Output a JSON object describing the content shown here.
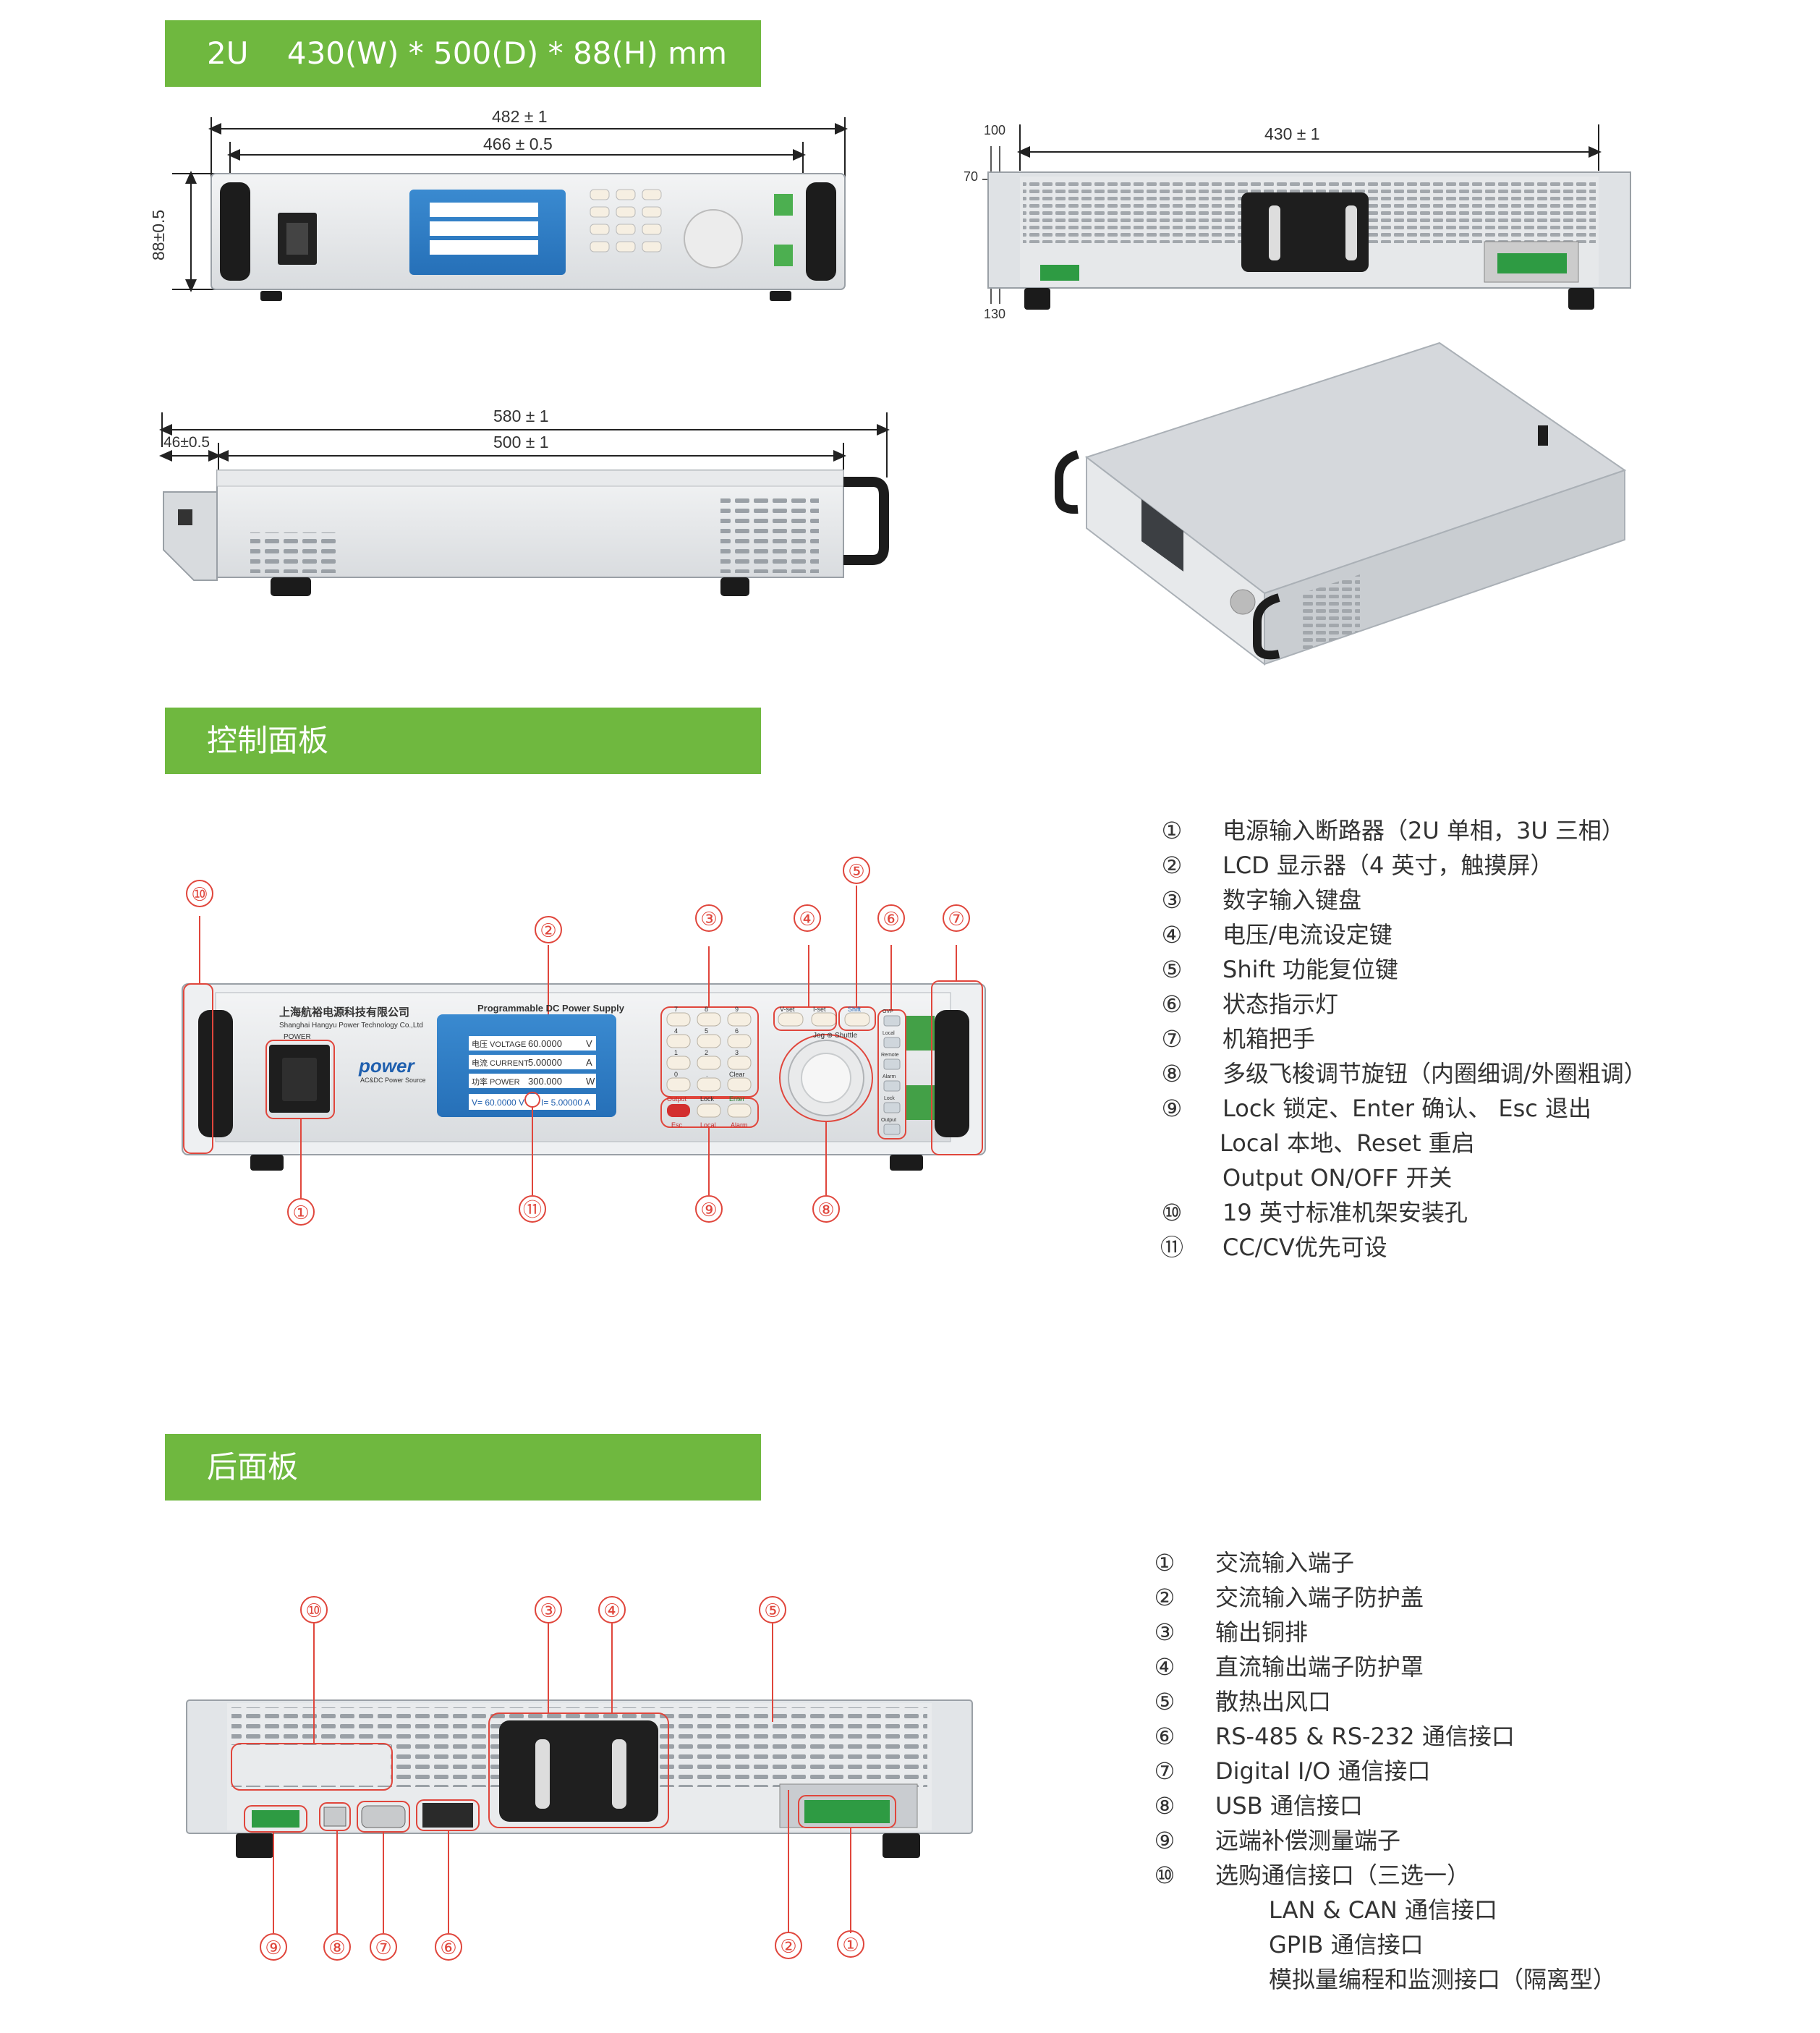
{
  "section_headers": {
    "size": "2U    430(W) * 500(D) * 88(H) mm",
    "control_panel": "控制面板",
    "rear_panel": "后面板"
  },
  "dimensions": {
    "front_width_outer": "482 ± 1",
    "front_width_inner": "466 ± 0.5",
    "front_height": "88±0.5",
    "rear_width": "430 ± 1",
    "rear_top": "100",
    "rear_side": "70",
    "rear_bottom": "130",
    "side_total": "580 ± 1",
    "side_depth": "500 ± 1",
    "side_offset": "46±0.5"
  },
  "front_panel": {
    "company": "上海航裕电源科技有限公司",
    "company_en": "Shanghai Hangyu Power Technology Co.,Ltd",
    "title": "Programmable DC Power Supply",
    "power_label": "POWER",
    "logo": "power",
    "logo_sub": "AC&DC Power Source",
    "readings": [
      {
        "label": "电压 VOLTAGE",
        "value": "60.0000",
        "unit": "V"
      },
      {
        "label": "电流 CURRENT",
        "value": "5.00000",
        "unit": "A"
      },
      {
        "label": "功率 POWER",
        "value": "300.000",
        "unit": "W"
      }
    ],
    "status_v": "V= 60.0000 V",
    "status_i": "I= 5.00000 A",
    "keys": [
      "7",
      "8",
      "9",
      "4",
      "5",
      "6",
      "1",
      "2",
      "3",
      "0",
      ".",
      "Clear"
    ],
    "btn_labels": [
      "Output",
      "Lock",
      "Enter",
      "Esc",
      "Local",
      "Alarm"
    ],
    "func_keys": [
      "V-set",
      "I-set",
      "Shift"
    ],
    "jog_label": "Jog ⊕ Shuttle",
    "indicators": [
      "OVP",
      "Local",
      "Remote",
      "Alarm",
      "Lock",
      "Output"
    ]
  },
  "control_callouts": [
    "①",
    "②",
    "③",
    "④",
    "⑤",
    "⑥",
    "⑦",
    "⑧",
    "⑨",
    "⑩",
    "⑪"
  ],
  "control_list": [
    {
      "num": "①",
      "text": "电源输入断路器（2U 单相，3U 三相）"
    },
    {
      "num": "②",
      "text": "LCD 显示器（4 英寸，触摸屏）"
    },
    {
      "num": "③",
      "text": "数字输入键盘"
    },
    {
      "num": "④",
      "text": "电压/电流设定键"
    },
    {
      "num": "⑤",
      "text": "Shift 功能复位键"
    },
    {
      "num": "⑥",
      "text": "状态指示灯"
    },
    {
      "num": "⑦",
      "text": "机箱把手"
    },
    {
      "num": "⑧",
      "text": "多级飞梭调节旋钮（内圈细调/外圈粗调）"
    },
    {
      "num": "⑨",
      "text": "Lock 锁定、Enter 确认、 Esc 退出"
    },
    {
      "num": "",
      "text": "Local 本地、Reset 重启"
    },
    {
      "num": "",
      "text": "Output ON/OFF 开关"
    },
    {
      "num": "⑩",
      "text": "19 英寸标准机架安装孔"
    },
    {
      "num": "⑪",
      "text": "CC/CV优先可设"
    }
  ],
  "rear_callouts": [
    "①",
    "②",
    "③",
    "④",
    "⑤",
    "⑥",
    "⑦",
    "⑧",
    "⑨",
    "⑩"
  ],
  "rear_list": [
    {
      "num": "①",
      "text": "交流输入端子"
    },
    {
      "num": "②",
      "text": "交流输入端子防护盖"
    },
    {
      "num": "③",
      "text": "输出铜排"
    },
    {
      "num": "④",
      "text": "直流输出端子防护罩"
    },
    {
      "num": "⑤",
      "text": "散热出风口"
    },
    {
      "num": "⑥",
      "text": "RS-485 & RS-232 通信接口"
    },
    {
      "num": "⑦",
      "text": "Digital I/O 通信接口"
    },
    {
      "num": "⑧",
      "text": "USB 通信接口"
    },
    {
      "num": "⑨",
      "text": "远端补偿测量端子"
    },
    {
      "num": "⑩",
      "text": "选购通信接口（三选一）"
    },
    {
      "num": "",
      "text": "LAN &  CAN 通信接口"
    },
    {
      "num": "",
      "text": "GPIB 通信接口"
    },
    {
      "num": "",
      "text": "模拟量编程和监测接口（隔离型）"
    }
  ],
  "colors": {
    "band": "#6fb83f",
    "callout": "#e0463c",
    "lcd": "#2f7fc4",
    "chassis": "#e4e6e8"
  }
}
